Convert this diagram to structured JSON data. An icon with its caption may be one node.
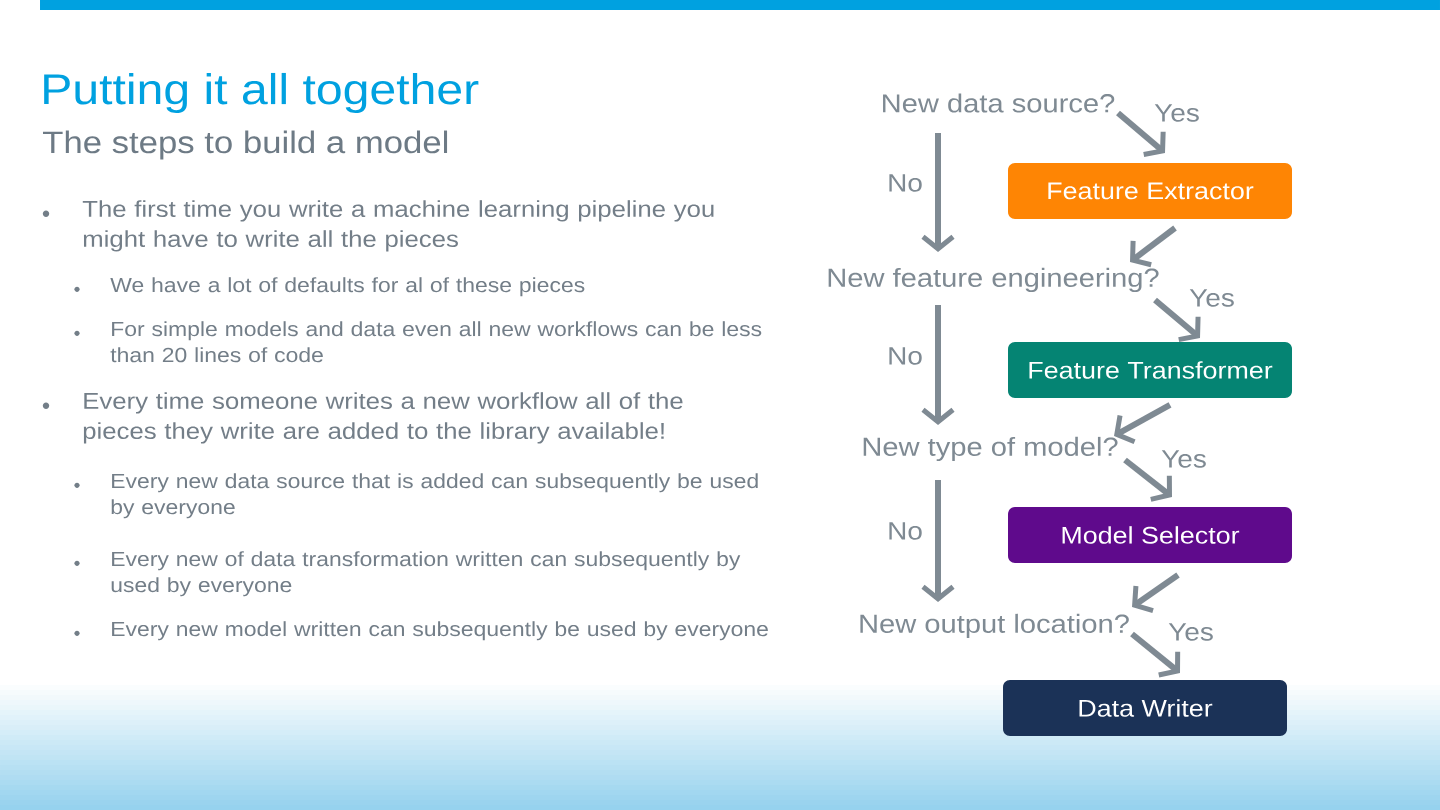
{
  "diagram": {
    "title": "Putting it all together",
    "nodes": [
      {
        "text": [
          "New data source?"
        ]
      },
      {
        "text": [
          "Feature Extractor"
        ]
      },
      {
        "text": [
          "New feature engineering?"
        ]
      },
      {
        "text": [
          "Feature Transformer"
        ]
      },
      {
        "text": [
          "New type of model?"
        ]
      },
      {
        "text": [
          "Model Selector"
        ]
      },
      {
        "text": [
          "New output location?"
        ]
      },
      {
        "text": [
          "Data Writer"
        ]
      }
    ],
    "edges": [
      {
        "from": 0,
        "to": 1,
        "arrow": "to",
        "label": "Yes"
      },
      {
        "from": 0,
        "to": 2,
        "arrow": "to",
        "label": "No"
      },
      {
        "from": 1,
        "to": 2,
        "arrow": "to"
      },
      {
        "from": 2,
        "to": 3,
        "arrow": "to",
        "label": "Yes"
      },
      {
        "from": 2,
        "to": 4,
        "arrow": "to",
        "label": "No"
      },
      {
        "from": 3,
        "to": 4,
        "arrow": "to"
      },
      {
        "from": 4,
        "to": 5,
        "arrow": "to",
        "label": "Yes"
      },
      {
        "from": 4,
        "to": 6,
        "arrow": "to",
        "label": "No"
      },
      {
        "from": 5,
        "to": 6,
        "arrow": "to"
      },
      {
        "from": 6,
        "to": 7,
        "arrow": "to",
        "label": "Yes"
      }
    ],
    "labels": [
      "The steps to build a model",
      "The first time you write a machine learning pipeline you might have to write all the pieces",
      "We have a lot of defaults for al of these pieces",
      "For simple models and data even all new workflows can be less than 20 lines of code",
      "Every time someone writes a new workflow all of the pieces they write are added to the library available!",
      "Every new data source that is added can subsequently be used by everyone",
      "Every new of data transformation written can subsequently by used by everyone",
      "Every new model written can subsequently be used by everyone"
    ]
  }
}
